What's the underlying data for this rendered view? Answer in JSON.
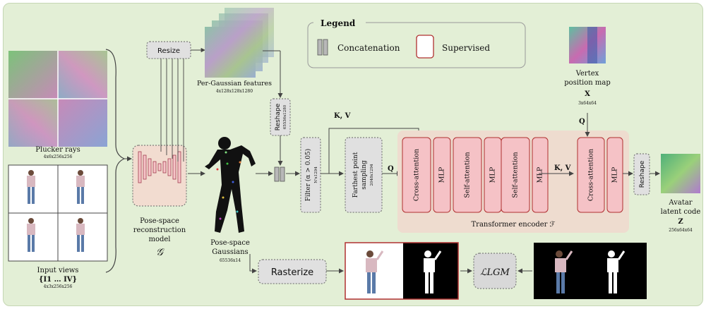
{
  "legend": {
    "title": "Legend",
    "concat_label": "Concatenation",
    "supervised_label": "Supervised"
  },
  "inputs": {
    "plucker_label": "Plucker rays",
    "plucker_dims": "4x6x256x256",
    "views_label": "Input views",
    "views_set": "{I1 … IV}",
    "views_dims": "4x3x256x256"
  },
  "reconstruction": {
    "resize_label": "Resize",
    "model_label_1": "Pose-space",
    "model_label_2": "reconstruction",
    "model_label_3": "model",
    "model_symbol": "𝒢"
  },
  "features": {
    "label": "Per-Gaussian features",
    "dims": "4x128x128x1280",
    "reshape_label": "Reshape",
    "reshape_dims": "65536x1280"
  },
  "gaussians": {
    "label_1": "Pose-space",
    "label_2": "Gaussians",
    "dims": "65536x14"
  },
  "pipeline": {
    "filter_label": "Filter (α > 0.05)",
    "filter_dims": "N'x1294",
    "fps_label_1": "Farthest point",
    "fps_label_2": "sampling",
    "fps_dims": "2048x1294",
    "kv_label": "K, V",
    "q_label": "Q"
  },
  "transformer": {
    "blocks": [
      "Cross-attention",
      "MLP",
      "Self-attention",
      "MLP",
      "Self-attention",
      "MLP",
      "Cross-attention",
      "MLP"
    ],
    "label": "Transformer encoder ℱ",
    "kv_label": "K, V",
    "q_label": "Q"
  },
  "vertex": {
    "label_1": "Vertex",
    "label_2": "position map",
    "symbol": "X",
    "dims": "3x64x64"
  },
  "output": {
    "reshape_label": "Reshape",
    "label_1": "Avatar",
    "label_2": "latent code",
    "symbol": "Z",
    "dims": "256x64x64"
  },
  "render": {
    "rasterize_label": "Rasterize",
    "loss_label": "ℒLGM"
  }
}
